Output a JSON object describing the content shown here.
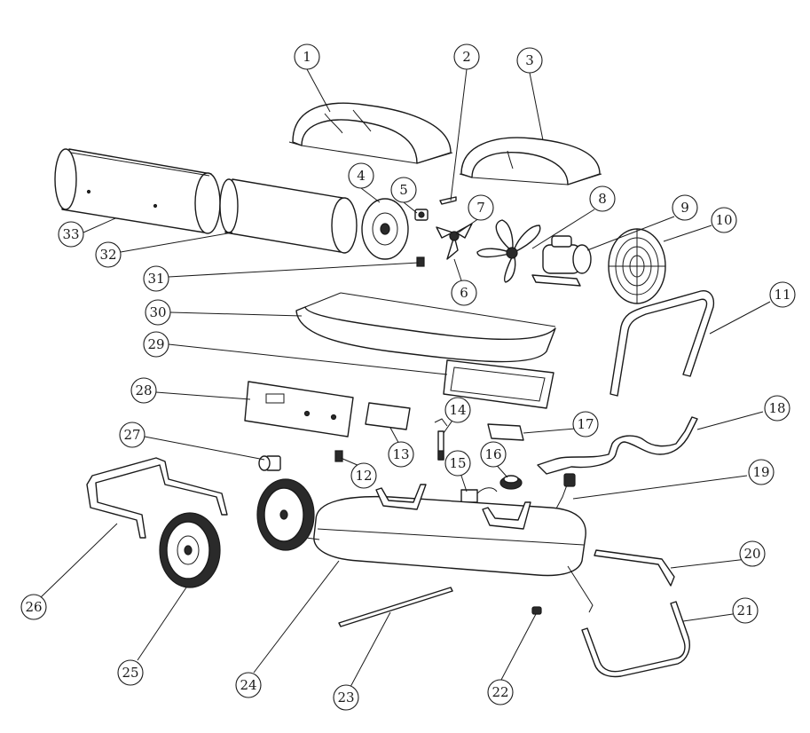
{
  "callouts": [
    {
      "num": "1"
    },
    {
      "num": "2"
    },
    {
      "num": "3"
    },
    {
      "num": "4"
    },
    {
      "num": "5"
    },
    {
      "num": "6"
    },
    {
      "num": "7"
    },
    {
      "num": "8"
    },
    {
      "num": "9"
    },
    {
      "num": "10"
    },
    {
      "num": "11"
    },
    {
      "num": "12"
    },
    {
      "num": "13"
    },
    {
      "num": "14"
    },
    {
      "num": "15"
    },
    {
      "num": "16"
    },
    {
      "num": "17"
    },
    {
      "num": "18"
    },
    {
      "num": "19"
    },
    {
      "num": "20"
    },
    {
      "num": "21"
    },
    {
      "num": "22"
    },
    {
      "num": "23"
    },
    {
      "num": "24"
    },
    {
      "num": "25"
    },
    {
      "num": "26"
    },
    {
      "num": "27"
    },
    {
      "num": "28"
    },
    {
      "num": "29"
    },
    {
      "num": "30"
    },
    {
      "num": "31"
    },
    {
      "num": "32"
    },
    {
      "num": "33"
    }
  ],
  "colors": {
    "line": "#1a1a1a",
    "background": "#ffffff"
  }
}
